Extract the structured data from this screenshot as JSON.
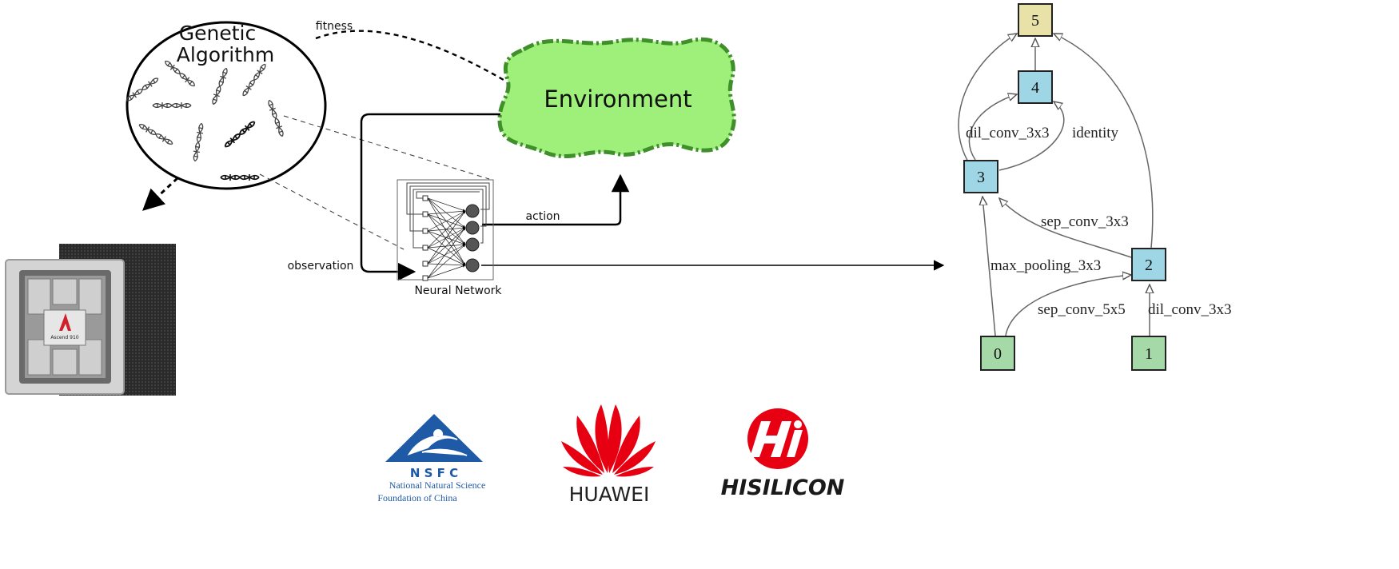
{
  "genetic": {
    "line1": "Genetic",
    "line2": "Algorithm"
  },
  "labels": {
    "fitness": "fitness",
    "environment": "Environment",
    "action": "action",
    "observation": "observation",
    "neural_network": "Neural Network"
  },
  "chip": {
    "brand": "Ascend 910"
  },
  "graph": {
    "nodes": [
      {
        "id": "0",
        "color": "#a6d9a8"
      },
      {
        "id": "1",
        "color": "#a6d9a8"
      },
      {
        "id": "2",
        "color": "#9fd6e6"
      },
      {
        "id": "3",
        "color": "#9fd6e6"
      },
      {
        "id": "4",
        "color": "#9fd6e6"
      },
      {
        "id": "5",
        "color": "#e8e2a8"
      }
    ],
    "edge_labels": {
      "dil_conv_3x3_a": "dil_conv_3x3",
      "identity": "identity",
      "sep_conv_3x3": "sep_conv_3x3",
      "max_pooling_3x3": "max_pooling_3x3",
      "sep_conv_5x5": "sep_conv_5x5",
      "dil_conv_3x3_b": "dil_conv_3x3"
    }
  },
  "logos": {
    "nsfc_abbr": "N S F C",
    "nsfc_line1": "National Natural Science",
    "nsfc_line2": "Foundation of China",
    "huawei": "HUAWEI",
    "hisilicon": "HISILICON"
  },
  "colors": {
    "env_fill": "#9ef07a",
    "env_border": "#3f8f2a",
    "nsfc_blue": "#1f5aa6",
    "huawei_red": "#e60012",
    "hisilicon_red": "#e60012"
  }
}
